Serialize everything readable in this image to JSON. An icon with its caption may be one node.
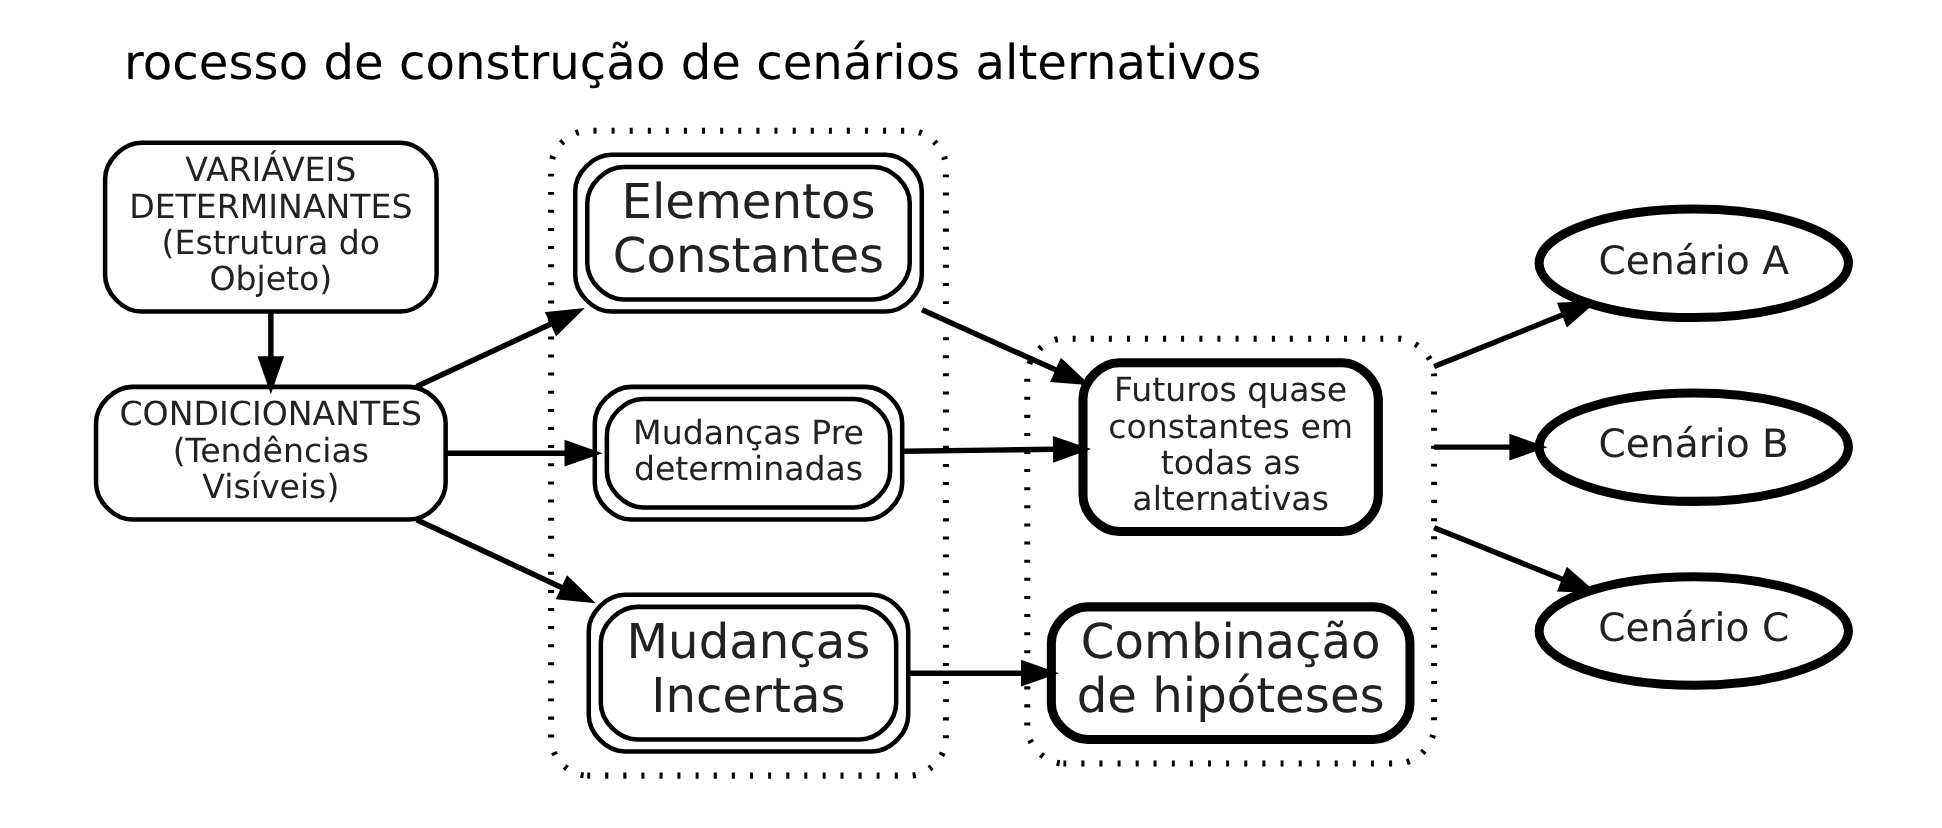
{
  "diagram": {
    "title": "rocesso de construção de cenários alternativos",
    "nodes": [
      {
        "text": [
          "CONDICIONANTES (Tendências Visíveis)"
        ]
      },
      {
        "text": [
          "VARIÁVEIS DETERMINANTES (Estrutura do Objeto)"
        ]
      },
      {
        "text": [],
        "shape": "box"
      },
      {
        "text": [
          "Elementos Constantes"
        ],
        "in": 2
      },
      {
        "text": [
          "Mudanças Pre determinadas"
        ],
        "in": 2
      },
      {
        "text": [
          "Mudanças Incertas"
        ],
        "in": 2
      },
      {
        "text": [],
        "shape": "box"
      },
      {
        "text": [
          "Futuros quase constantes em todas as alternativas"
        ],
        "in": 6
      },
      {
        "text": [
          "Combinação de hipóteses"
        ],
        "in": 6
      },
      {
        "text": [
          "Cenário A"
        ]
      },
      {
        "text": [
          "Cenário B"
        ]
      },
      {
        "text": [
          "Cenário C"
        ]
      }
    ],
    "edges": [
      {
        "from": 1,
        "to": 0,
        "arrow": "to"
      },
      {
        "from": 0,
        "to": 3,
        "arrow": "to"
      },
      {
        "from": 0,
        "to": 4,
        "arrow": "to"
      },
      {
        "from": 0,
        "to": 5,
        "arrow": "to"
      },
      {
        "from": 3,
        "to": 7,
        "arrow": "to"
      },
      {
        "from": 4,
        "to": 7,
        "arrow": "to"
      },
      {
        "from": 5,
        "to": 8,
        "arrow": "to"
      },
      {
        "from": 6,
        "to": 9,
        "arrow": "to"
      },
      {
        "from": 6,
        "to": 10,
        "arrow": "to"
      },
      {
        "from": 6,
        "to": 11,
        "arrow": "to"
      }
    ]
  }
}
